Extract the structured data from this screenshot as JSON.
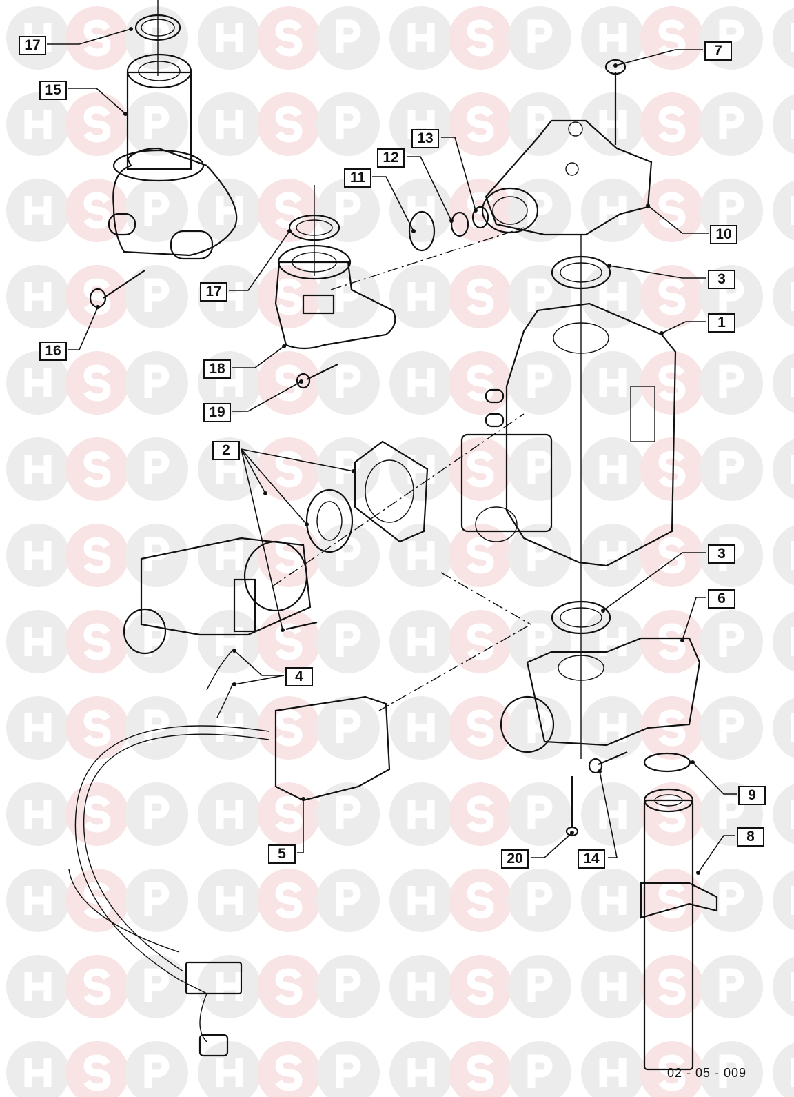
{
  "watermark": {
    "letters": [
      "H",
      "S",
      "P"
    ],
    "colors": {
      "H": "#ececec",
      "S": "#f8e4e4",
      "P": "#ececec"
    }
  },
  "callouts": [
    {
      "id": "c17a",
      "label": "17"
    },
    {
      "id": "c15",
      "label": "15"
    },
    {
      "id": "c7",
      "label": "7"
    },
    {
      "id": "c13",
      "label": "13"
    },
    {
      "id": "c12",
      "label": "12"
    },
    {
      "id": "c11",
      "label": "11"
    },
    {
      "id": "c10",
      "label": "10"
    },
    {
      "id": "c3a",
      "label": "3"
    },
    {
      "id": "c1",
      "label": "1"
    },
    {
      "id": "c17b",
      "label": "17"
    },
    {
      "id": "c16",
      "label": "16"
    },
    {
      "id": "c18",
      "label": "18"
    },
    {
      "id": "c19",
      "label": "19"
    },
    {
      "id": "c2",
      "label": "2"
    },
    {
      "id": "c3b",
      "label": "3"
    },
    {
      "id": "c6",
      "label": "6"
    },
    {
      "id": "c4",
      "label": "4"
    },
    {
      "id": "c9",
      "label": "9"
    },
    {
      "id": "c8",
      "label": "8"
    },
    {
      "id": "c5",
      "label": "5"
    },
    {
      "id": "c20",
      "label": "20"
    },
    {
      "id": "c14",
      "label": "14"
    }
  ],
  "drawing_code": "02 - 05 - 009"
}
